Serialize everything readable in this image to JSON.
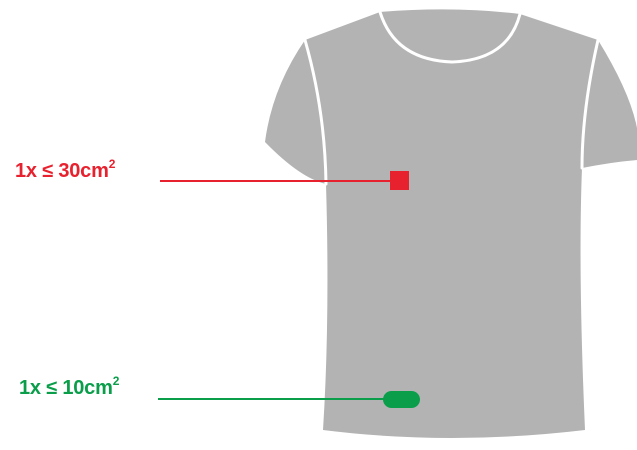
{
  "colors": {
    "shirt": "#b3b3b3",
    "seam": "#ffffff",
    "top_marker": "#e8212e",
    "bottom_marker": "#0a9e4a"
  },
  "markers": [
    {
      "label": "1x ≤ 30cm",
      "superscript": "2",
      "shape": "square",
      "color": "#e8212e"
    },
    {
      "label": "1x ≤ 10cm",
      "superscript": "2",
      "shape": "pill",
      "color": "#0a9e4a"
    }
  ]
}
